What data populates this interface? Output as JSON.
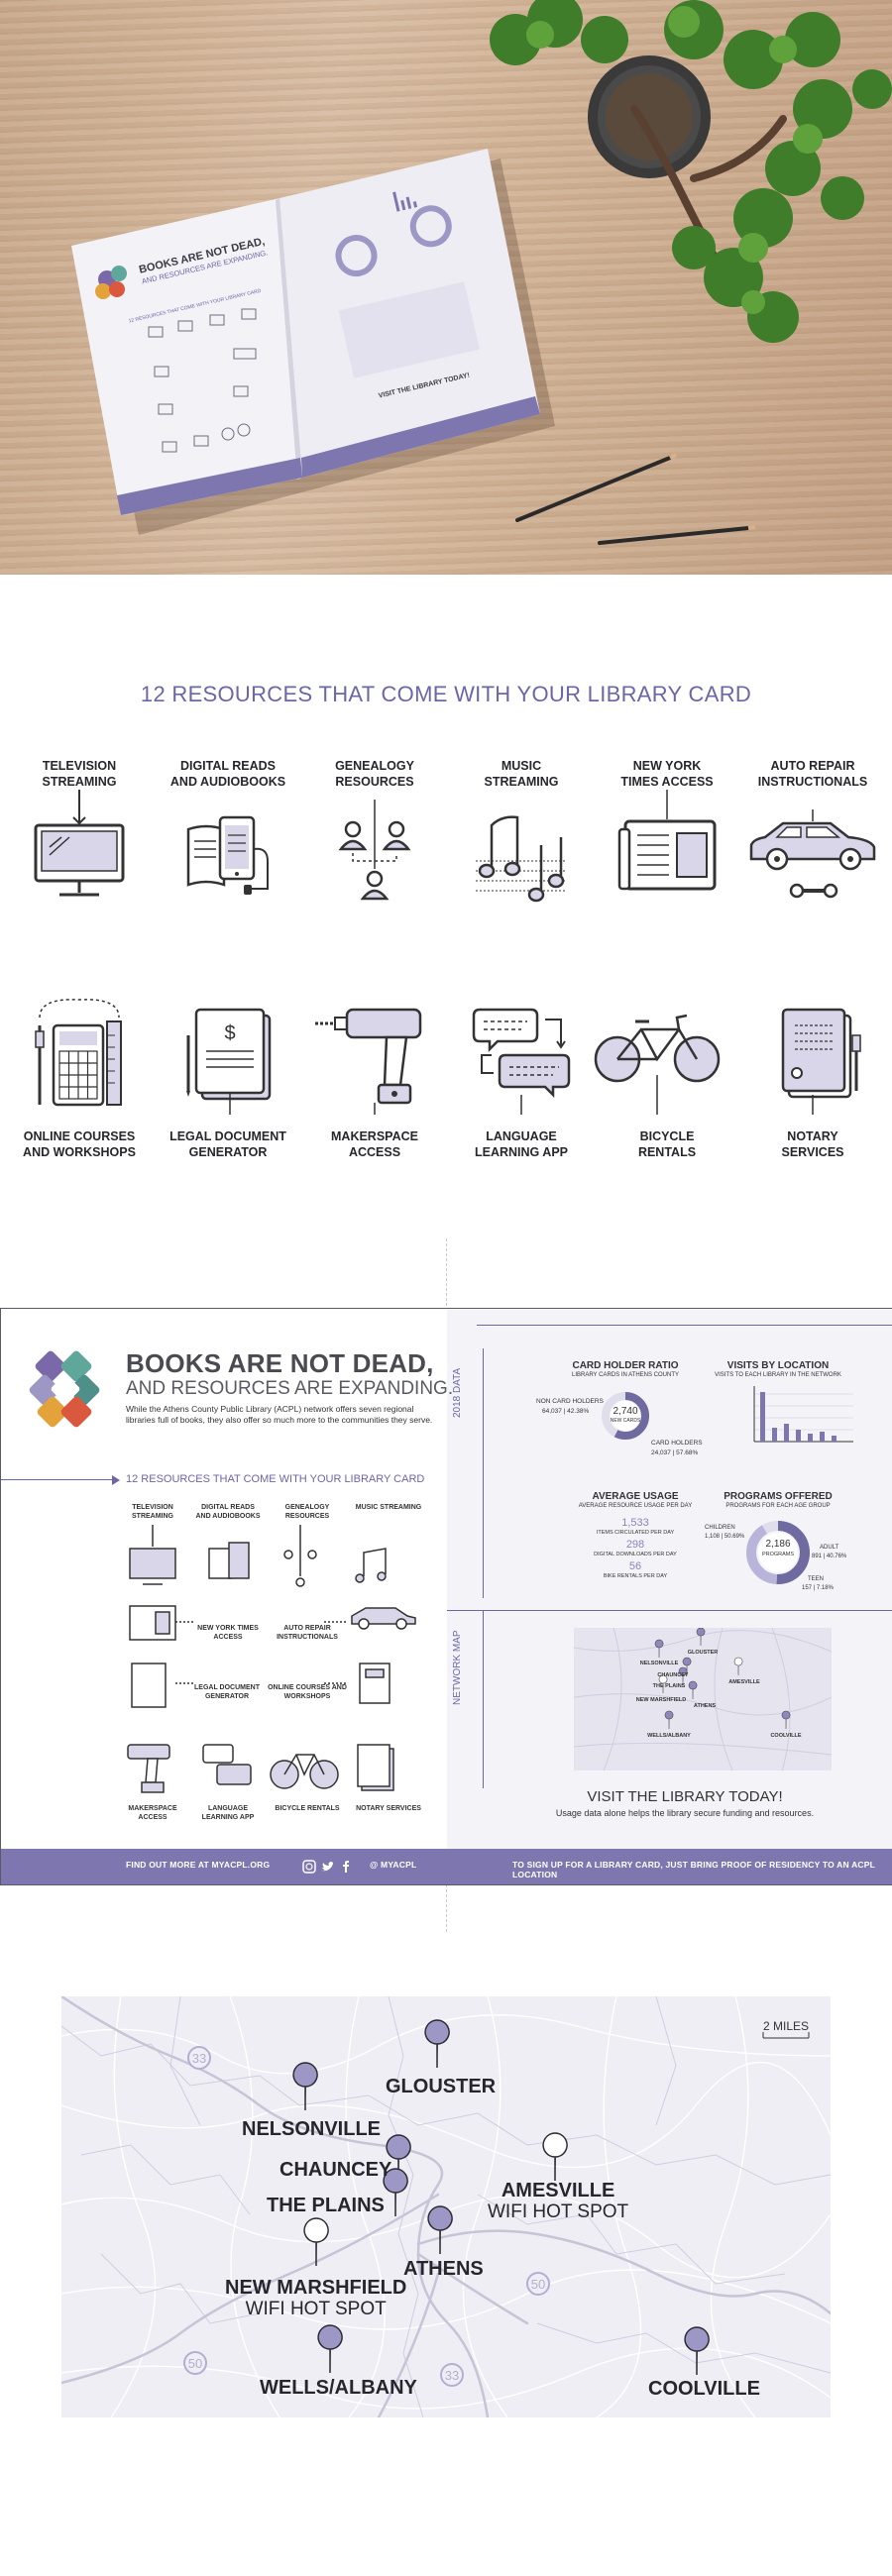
{
  "brochure_mockup": {
    "cover_title": "BOOKS ARE NOT DEAD,",
    "cover_subtitle": "AND RESOURCES ARE EXPANDING.",
    "cover_section": "12 RESOURCES THAT COME WITH YOUR LIBRARY CARD",
    "cta": "VISIT THE LIBRARY TODAY!"
  },
  "resources": {
    "title": "12 RESOURCES THAT COME WITH YOUR LIBRARY CARD",
    "top_row": [
      {
        "label": "TELEVISION\nSTREAMING",
        "icon": "tv-icon"
      },
      {
        "label": "DIGITAL READS\nAND AUDIOBOOKS",
        "icon": "tablet-book-icon"
      },
      {
        "label": "GENEALOGY\nRESOURCES",
        "icon": "family-tree-icon"
      },
      {
        "label": "MUSIC\nSTREAMING",
        "icon": "music-notes-icon"
      },
      {
        "label": "NEW YORK\nTIMES ACCESS",
        "icon": "newspaper-icon"
      },
      {
        "label": "AUTO REPAIR\nINSTRUCTIONALS",
        "icon": "car-wrench-icon"
      }
    ],
    "bottom_row": [
      {
        "label": "ONLINE COURSES\nAND WORKSHOPS",
        "icon": "calculator-ruler-icon"
      },
      {
        "label": "LEGAL DOCUMENT\nGENERATOR",
        "icon": "legal-document-icon"
      },
      {
        "label": "MAKERSPACE\nACCESS",
        "icon": "drill-icon"
      },
      {
        "label": "LANGUAGE\nLEARNING APP",
        "icon": "speech-bubbles-icon"
      },
      {
        "label": "BICYCLE\nRENTALS",
        "icon": "bicycle-icon"
      },
      {
        "label": "NOTARY\nSERVICES",
        "icon": "notary-stamp-icon"
      }
    ]
  },
  "spread": {
    "title": "BOOKS ARE NOT DEAD,",
    "subtitle": "AND RESOURCES ARE EXPANDING.",
    "intro": "While the Athens County Public Library (ACPL) network offers seven regional libraries full of books, they also offer so much more to the communities they serve.",
    "section_title": "12 RESOURCES THAT COME WITH YOUR LIBRARY CARD",
    "grid": [
      "TELEVISION STREAMING",
      "DIGITAL READS AND AUDIOBOOKS",
      "GENEALOGY RESOURCES",
      "MUSIC STREAMING",
      "NEW YORK TIMES ACCESS",
      "AUTO REPAIR INSTRUCTIONALS",
      "LEGAL DOCUMENT GENERATOR",
      "ONLINE COURSES AND WORKSHOPS",
      "MAKERSPACE ACCESS",
      "LANGUAGE LEARNING APP",
      "BICYCLE RENTALS",
      "NOTARY SERVICES"
    ],
    "data_label": "2018 DATA",
    "map_label": "NETWORK MAP",
    "card_holder": {
      "title": "CARD HOLDER RATIO",
      "subtitle": "LIBRARY CARDS IN ATHENS COUNTY",
      "center_value": "2,740",
      "center_label": "NEW CARDS",
      "non_label": "NON CARD HOLDERS",
      "non_value": "64,037 | 42.38%",
      "holders_label": "CARD HOLDERS",
      "holders_value": "24,037 | 57.68%",
      "holder_fraction": 0.5768
    },
    "visits": {
      "title": "VISITS BY LOCATION",
      "subtitle": "VISITS TO EACH LIBRARY IN THE NETWORK",
      "bar_count": 7
    },
    "usage": {
      "title": "AVERAGE USAGE",
      "subtitle": "AVERAGE RESOURCE USAGE PER DAY",
      "items": [
        {
          "value": "1,533",
          "label": "ITEMS CIRCULATED PER DAY"
        },
        {
          "value": "298",
          "label": "DIGITAL DOWNLOADS PER DAY"
        },
        {
          "value": "56",
          "label": "BIKE RENTALS PER DAY"
        }
      ]
    },
    "programs": {
      "title": "PROGRAMS OFFERED",
      "subtitle": "PROGRAMS FOR EACH AGE GROUP",
      "center_value": "2,186",
      "center_label": "PROGRAMS",
      "children": "CHILDREN",
      "children_value": "1,108 | 50.69%",
      "adult": "ADULT",
      "adult_value": "891 | 40.76%",
      "teen": "TEEN",
      "teen_value": "157 | 7.18%"
    },
    "cta_title": "VISIT THE LIBRARY TODAY!",
    "cta_text": "Usage data alone helps the library secure funding and resources.",
    "footer_left": "FIND OUT MORE AT MYACPL.ORG",
    "footer_handle": "@ MYACPL",
    "footer_right": "TO SIGN UP FOR A LIBRARY CARD, JUST BRING PROOF OF RESIDENCY TO AN ACPL LOCATION"
  },
  "map": {
    "scale": "2 MILES",
    "route_markers": [
      "33",
      "50",
      "50",
      "33"
    ],
    "towns": [
      {
        "name": "GLOUSTER",
        "sub": ""
      },
      {
        "name": "NELSONVILLE",
        "sub": ""
      },
      {
        "name": "CHAUNCEY",
        "sub": ""
      },
      {
        "name": "THE PLAINS",
        "sub": ""
      },
      {
        "name": "AMESVILLE",
        "sub": "WIFI HOT SPOT"
      },
      {
        "name": "ATHENS",
        "sub": ""
      },
      {
        "name": "NEW MARSHFIELD",
        "sub": "WIFI HOT SPOT"
      },
      {
        "name": "WELLS/ALBANY",
        "sub": ""
      },
      {
        "name": "COOLVILLE",
        "sub": ""
      }
    ]
  },
  "colors": {
    "accent": "#6b66a8",
    "icon_fill": "#d9d6ea",
    "footer": "#7e76ae",
    "pin": "#9c97c4"
  }
}
